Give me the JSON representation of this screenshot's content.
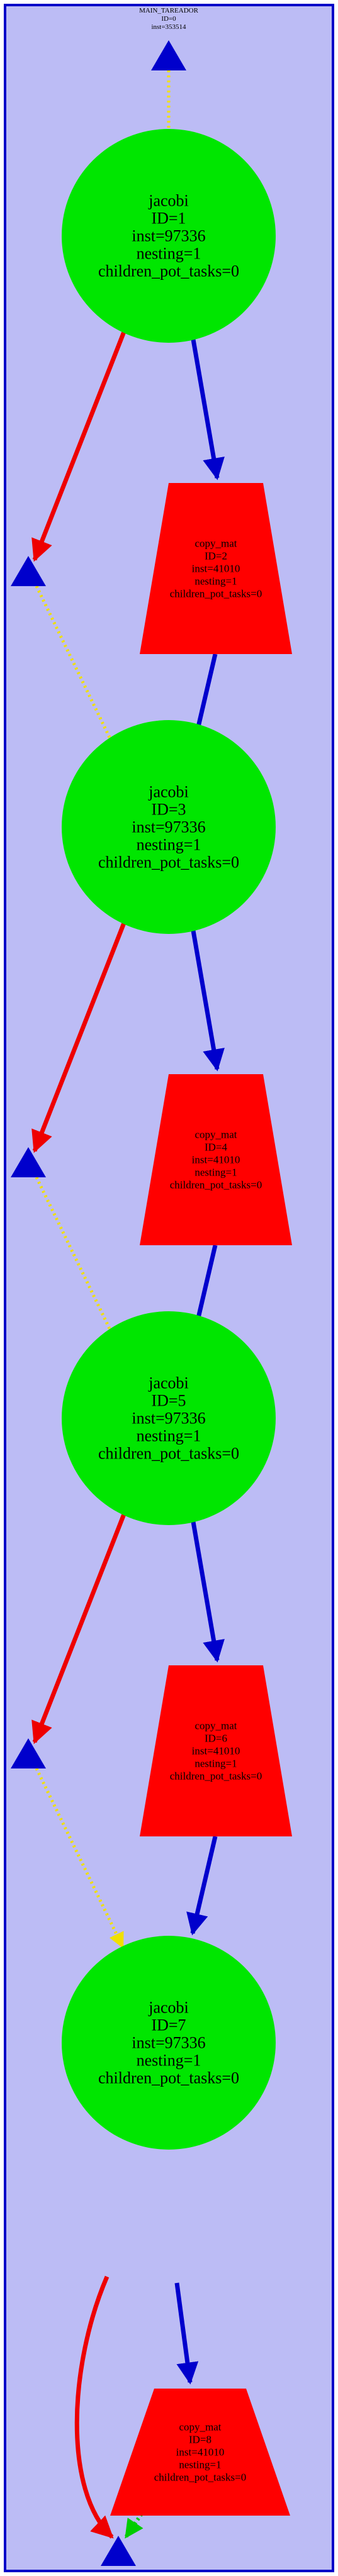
{
  "cluster": {
    "title_lines": [
      "MAIN_TAREADOR",
      "ID=0",
      "inst=353514"
    ],
    "background": "#bcbcf5",
    "border": "#0000c8"
  },
  "colors": {
    "circle_fill": "#00e600",
    "trapezoid_fill": "#ff0000",
    "triangle_fill": "#0000cc",
    "edge_blue": "#0000cc",
    "edge_red": "#ee0000",
    "edge_yellow": "#f0e000",
    "edge_green": "#00cc00"
  },
  "tasks": [
    {
      "shape": "circle",
      "lines": [
        "jacobi",
        "ID=1",
        "inst=97336",
        "nesting=1",
        "children_pot_tasks=0"
      ]
    },
    {
      "shape": "trapezoid",
      "lines": [
        "copy_mat",
        "ID=2",
        "inst=41010",
        "nesting=1",
        "children_pot_tasks=0"
      ]
    },
    {
      "shape": "circle",
      "lines": [
        "jacobi",
        "ID=3",
        "inst=97336",
        "nesting=1",
        "children_pot_tasks=0"
      ]
    },
    {
      "shape": "trapezoid",
      "lines": [
        "copy_mat",
        "ID=4",
        "inst=41010",
        "nesting=1",
        "children_pot_tasks=0"
      ]
    },
    {
      "shape": "circle",
      "lines": [
        "jacobi",
        "ID=5",
        "inst=97336",
        "nesting=1",
        "children_pot_tasks=0"
      ]
    },
    {
      "shape": "trapezoid",
      "lines": [
        "copy_mat",
        "ID=6",
        "inst=41010",
        "nesting=1",
        "children_pot_tasks=0"
      ]
    },
    {
      "shape": "circle",
      "lines": [
        "jacobi",
        "ID=7",
        "inst=97336",
        "nesting=1",
        "children_pot_tasks=0"
      ]
    },
    {
      "shape": "trapezoid",
      "lines": [
        "copy_mat",
        "ID=8",
        "inst=41010",
        "nesting=1",
        "children_pot_tasks=0"
      ]
    }
  ]
}
